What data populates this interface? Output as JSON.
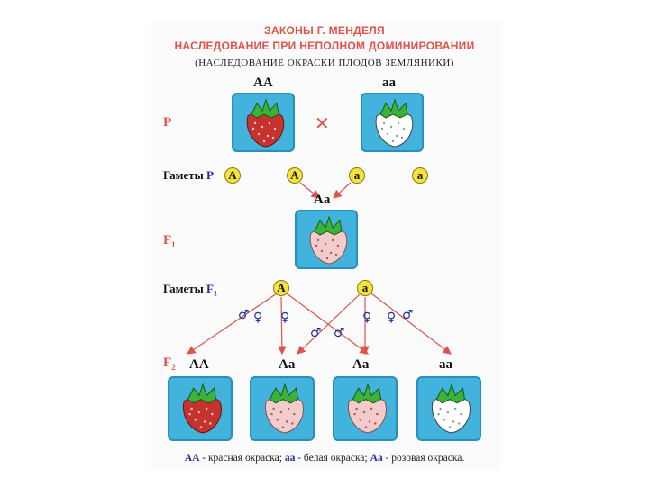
{
  "title": {
    "line1": "ЗАКОНЫ Г. МЕНДЕЛЯ",
    "line2": "НАСЛЕДОВАНИЕ ПРИ НЕПОЛНОМ ДОМИНИРОВАНИИ",
    "line3": "(НАСЛЕДОВАНИЕ ОКРАСКИ ПЛОДОВ ЗЕМЛЯНИКИ)"
  },
  "parents": {
    "label": "P",
    "left_genotype": "AA",
    "right_genotype": "aa",
    "cross_symbol": "✕"
  },
  "gametes_p": {
    "label_prefix": "Гаметы ",
    "label_p": "P",
    "items": [
      "A",
      "A",
      "a",
      "a"
    ]
  },
  "f1": {
    "label": "F",
    "label_sub": "1",
    "genotype": "Aa"
  },
  "gametes_f1": {
    "label_prefix": "Гаметы ",
    "label_p": "F",
    "label_sub": "1",
    "items": [
      "A",
      "a"
    ]
  },
  "sex_symbols": {
    "male": "♂",
    "female": "♀"
  },
  "f2": {
    "label": "F",
    "label_sub": "2",
    "genotypes": [
      "AA",
      "Aa",
      "Aa",
      "aa"
    ]
  },
  "legend": {
    "g1": "AA",
    "t1": " - красная окраска; ",
    "g2": "aa",
    "t2": " - белая окраска; ",
    "g3": "Aa",
    "t3": " - розовая окраска."
  },
  "colors": {
    "red_fruit": "#c8322e",
    "pink_fruit": "#f2cccc",
    "white_fruit": "#ffffff",
    "tile_bg": "#41b3dd",
    "gamete_fill": "#f5e23a",
    "arrow": "#e0524a"
  }
}
